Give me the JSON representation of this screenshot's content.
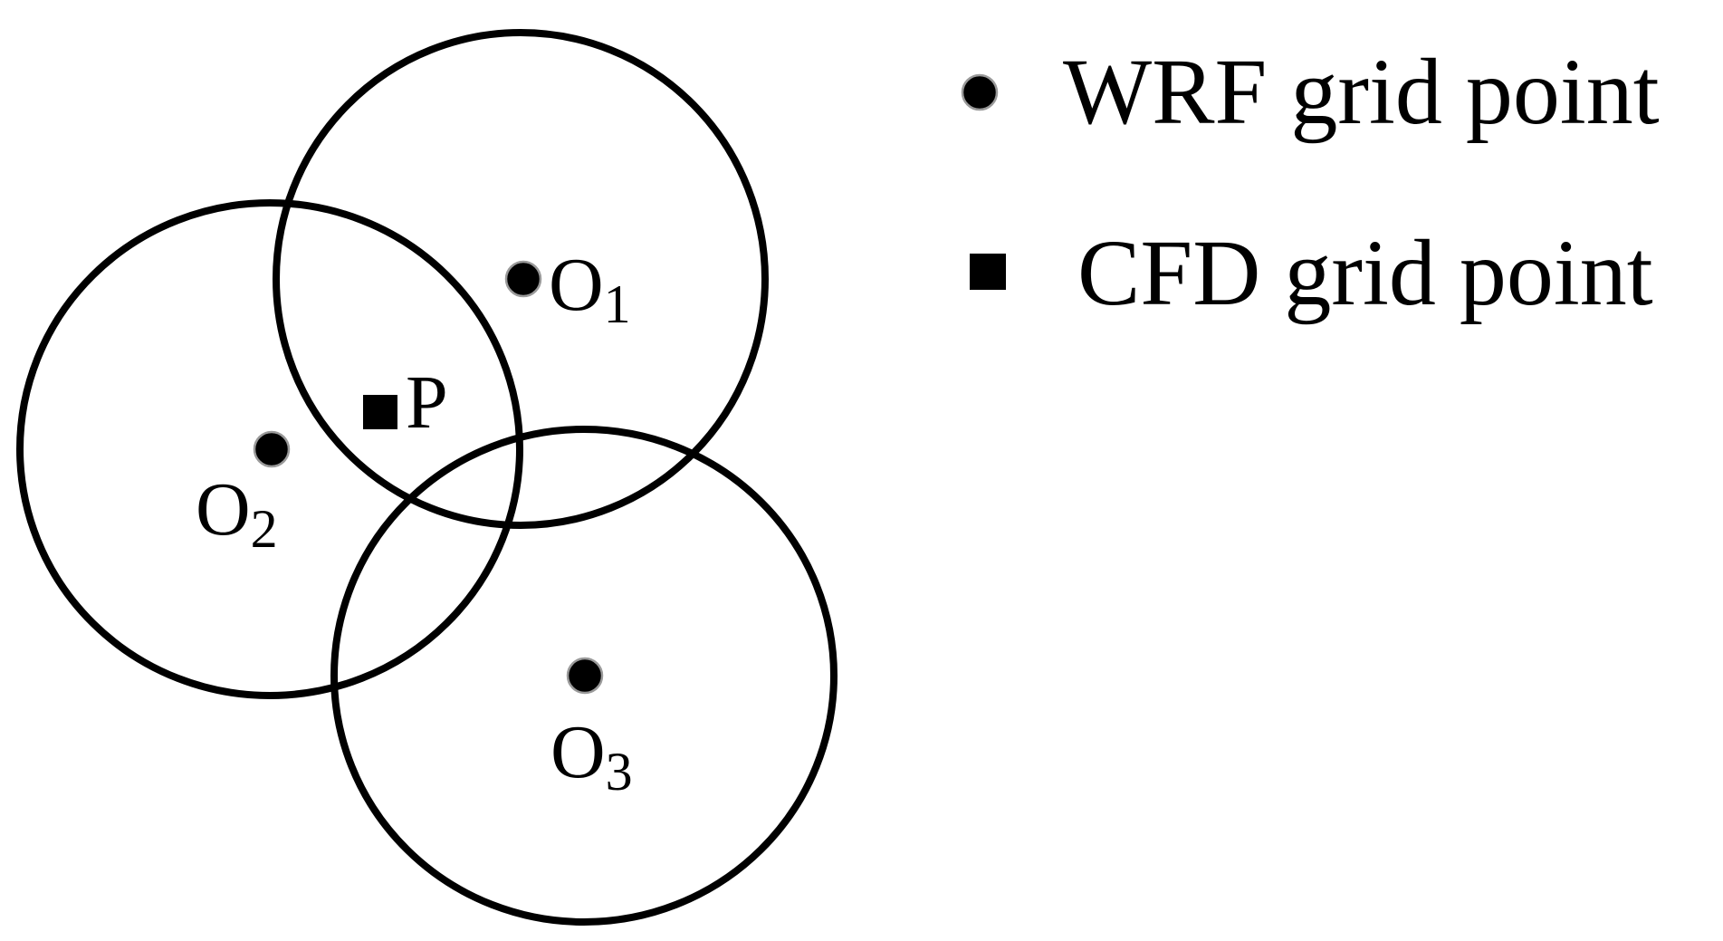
{
  "diagram": {
    "points": {
      "o1": {
        "label": "O",
        "subscript": "1"
      },
      "o2": {
        "label": "O",
        "subscript": "2"
      },
      "o3": {
        "label": "O",
        "subscript": "3"
      },
      "p": {
        "label": "P"
      }
    },
    "legend": {
      "wrf": {
        "marker": "circle",
        "label": "WRF grid point"
      },
      "cfd": {
        "marker": "square",
        "label": "CFD grid point"
      }
    },
    "colors": {
      "stroke": "#000000",
      "background": "#ffffff"
    }
  }
}
